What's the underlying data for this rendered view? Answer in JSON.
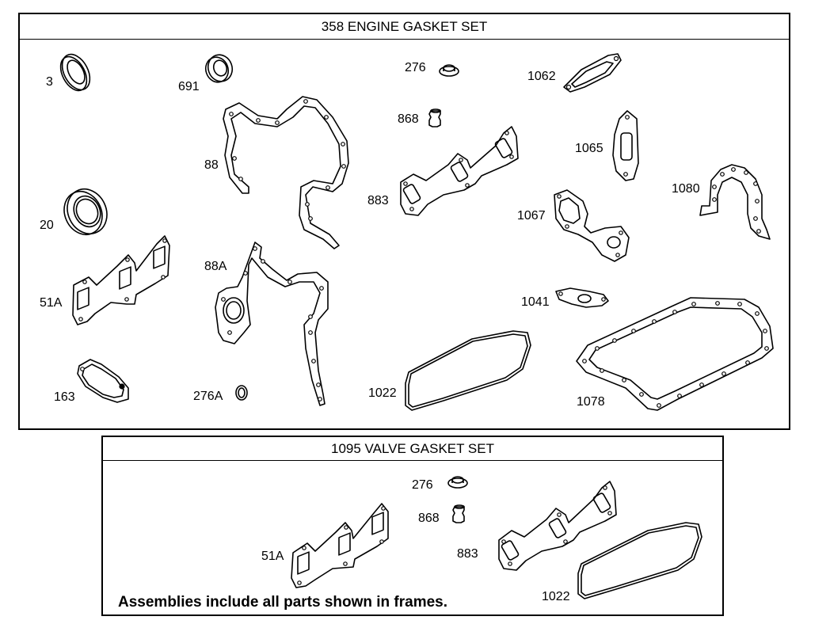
{
  "engine_set": {
    "title": "358 ENGINE GASKET SET",
    "labels": {
      "p3": "3",
      "p691": "691",
      "p88": "88",
      "p20": "20",
      "p51a": "51A",
      "p88a": "88A",
      "p163": "163",
      "p276a": "276A",
      "p276": "276",
      "p868": "868",
      "p883": "883",
      "p1022": "1022",
      "p1062": "1062",
      "p1065": "1065",
      "p1067": "1067",
      "p1080": "1080",
      "p1041": "1041",
      "p1078": "1078"
    }
  },
  "valve_set": {
    "title": "1095 VALVE GASKET SET",
    "labels": {
      "p276": "276",
      "p868": "868",
      "p51a": "51A",
      "p883": "883",
      "p1022": "1022"
    },
    "note": "Assemblies include all parts shown in frames."
  }
}
